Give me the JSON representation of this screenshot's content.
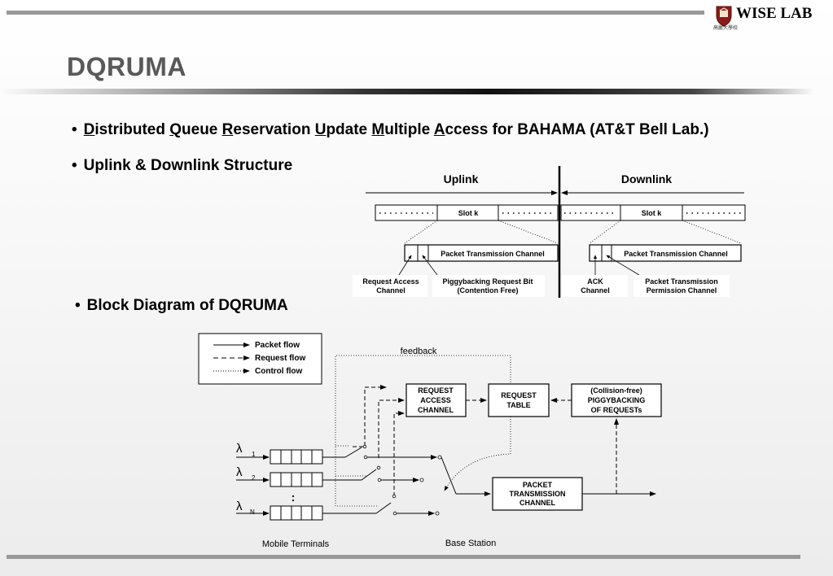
{
  "header": {
    "logo_text": "WISE LAB",
    "logo_subtext": "高麗大學校"
  },
  "title": "DQRUMA",
  "bullets": {
    "b1": {
      "parts": [
        {
          "u": "D",
          "rest": "istributed "
        },
        {
          "u": "Q",
          "rest": "ueue "
        },
        {
          "u": "R",
          "rest": "eservation "
        },
        {
          "u": "U",
          "rest": "pdate "
        },
        {
          "u": "M",
          "rest": "ultiple "
        },
        {
          "u": "A",
          "rest": "ccess for BAHAMA (AT&T Bell Lab.)"
        }
      ]
    },
    "b2": "Uplink & Downlink Structure",
    "b3": "Block Diagram of DQRUMA"
  },
  "structure": {
    "uplink_label": "Uplink",
    "downlink_label": "Downlink",
    "slot_label": "Slot k",
    "ptc_label": "Packet Transmission Channel",
    "request_access_1": "Request Access",
    "request_access_2": "Channel",
    "piggyback_1": "Piggybacking Request Bit",
    "piggyback_2": "(Contention Free)",
    "ack_1": "ACK",
    "ack_2": "Channel",
    "ptp_1": "Packet Transmission",
    "ptp_2": "Permission Channel"
  },
  "block": {
    "legend": {
      "packet": "Packet flow",
      "request": "Request flow",
      "control": "Control flow"
    },
    "feedback": "feedback",
    "rac": [
      "REQUEST",
      "ACCESS",
      "CHANNEL"
    ],
    "rt": [
      "REQUEST",
      "TABLE"
    ],
    "pig": [
      "(Collision-free)",
      "PIGGYBACKING",
      "OF REQUESTs"
    ],
    "ptc": [
      "PACKET",
      "TRANSMISSION",
      "CHANNEL"
    ],
    "lambda": "λ",
    "lambda_1": "1",
    "lambda_2": "2",
    "lambda_n": "N",
    "dots": ":",
    "mobile": "Mobile Terminals",
    "base": "Base Station"
  }
}
